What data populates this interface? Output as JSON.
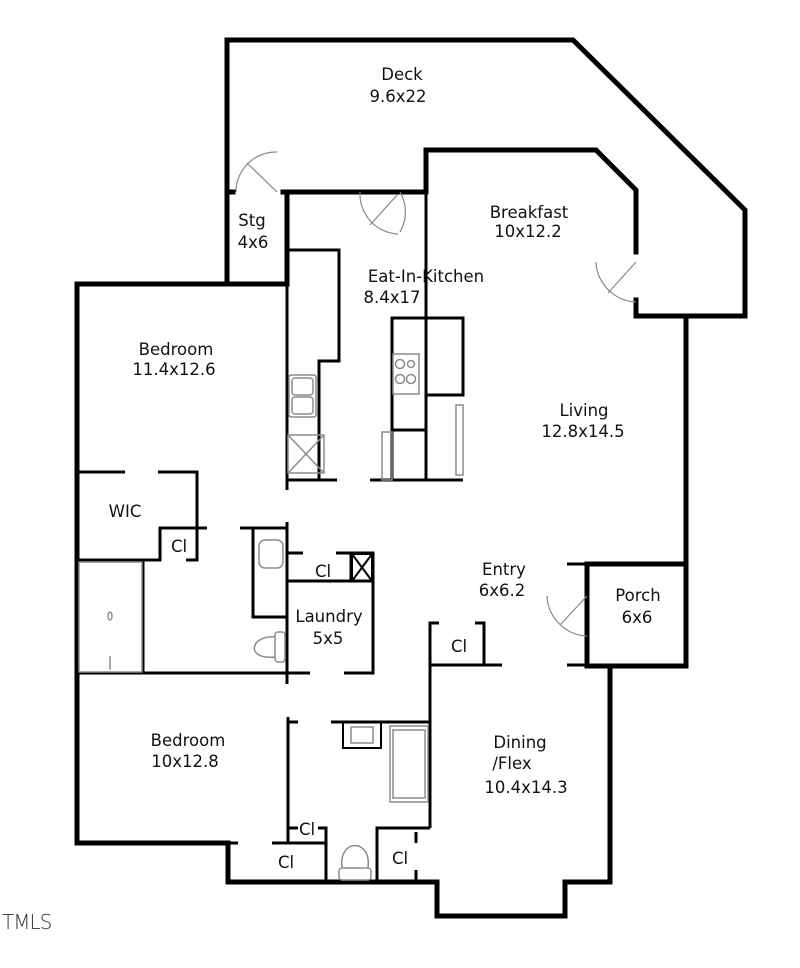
{
  "floor_plan": {
    "rooms": [
      {
        "id": "deck",
        "name": "Deck",
        "size": "9.6x22"
      },
      {
        "id": "stg",
        "name": "Stg",
        "size": "4x6"
      },
      {
        "id": "breakfast",
        "name": "Breakfast",
        "size": "10x12.2"
      },
      {
        "id": "kitchen",
        "name": "Eat-In-Kitchen",
        "size": "8.4x17"
      },
      {
        "id": "bedroom1",
        "name": "Bedroom",
        "size": "11.4x12.6"
      },
      {
        "id": "living",
        "name": "Living",
        "size": "12.8x14.5"
      },
      {
        "id": "wic",
        "name": "WIC",
        "size": ""
      },
      {
        "id": "entry",
        "name": "Entry",
        "size": "6x6.2"
      },
      {
        "id": "porch",
        "name": "Porch",
        "size": "6x6"
      },
      {
        "id": "laundry",
        "name": "Laundry",
        "size": "5x5"
      },
      {
        "id": "bedroom2",
        "name": "Bedroom",
        "size": "10x12.8"
      },
      {
        "id": "dining",
        "name": "Dining",
        "name2": "/Flex",
        "size": "10.4x14.3"
      }
    ],
    "closets": [
      {
        "label": "Cl"
      },
      {
        "label": "Cl"
      },
      {
        "label": "Cl"
      },
      {
        "label": "Cl"
      },
      {
        "label": "Cl"
      },
      {
        "label": "Cl"
      }
    ],
    "watermark": "TMLS"
  }
}
